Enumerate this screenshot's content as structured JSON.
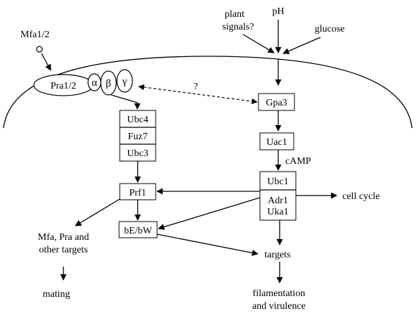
{
  "labels": {
    "mfa": "Mfa1/2",
    "pra": "Pra1/2",
    "alpha": "α",
    "beta": "β",
    "gamma": "γ",
    "question": "?",
    "ph": "pH",
    "plant_signals_line1": "plant",
    "plant_signals_line2": "signals?",
    "glucose": "glucose",
    "gpa3": "Gpa3",
    "uac1": "Uac1",
    "camp": "cAMP",
    "ubc1": "Ubc1",
    "adr1": "Adr1",
    "uka1": "Uka1",
    "cell_cycle": "cell cycle",
    "ubc4": "Ubc4",
    "fuz7": "Fuz7",
    "ubc3": "Ubc3",
    "prf1": "Prf1",
    "be_bw": "bE/bW",
    "targets_mfa_line1": "Mfa, Pra and",
    "targets_mfa_line2": "other targets",
    "mating": "mating",
    "targets": "targets",
    "filamentation_line1": "filamentation",
    "filamentation_line2": "and virulence"
  }
}
